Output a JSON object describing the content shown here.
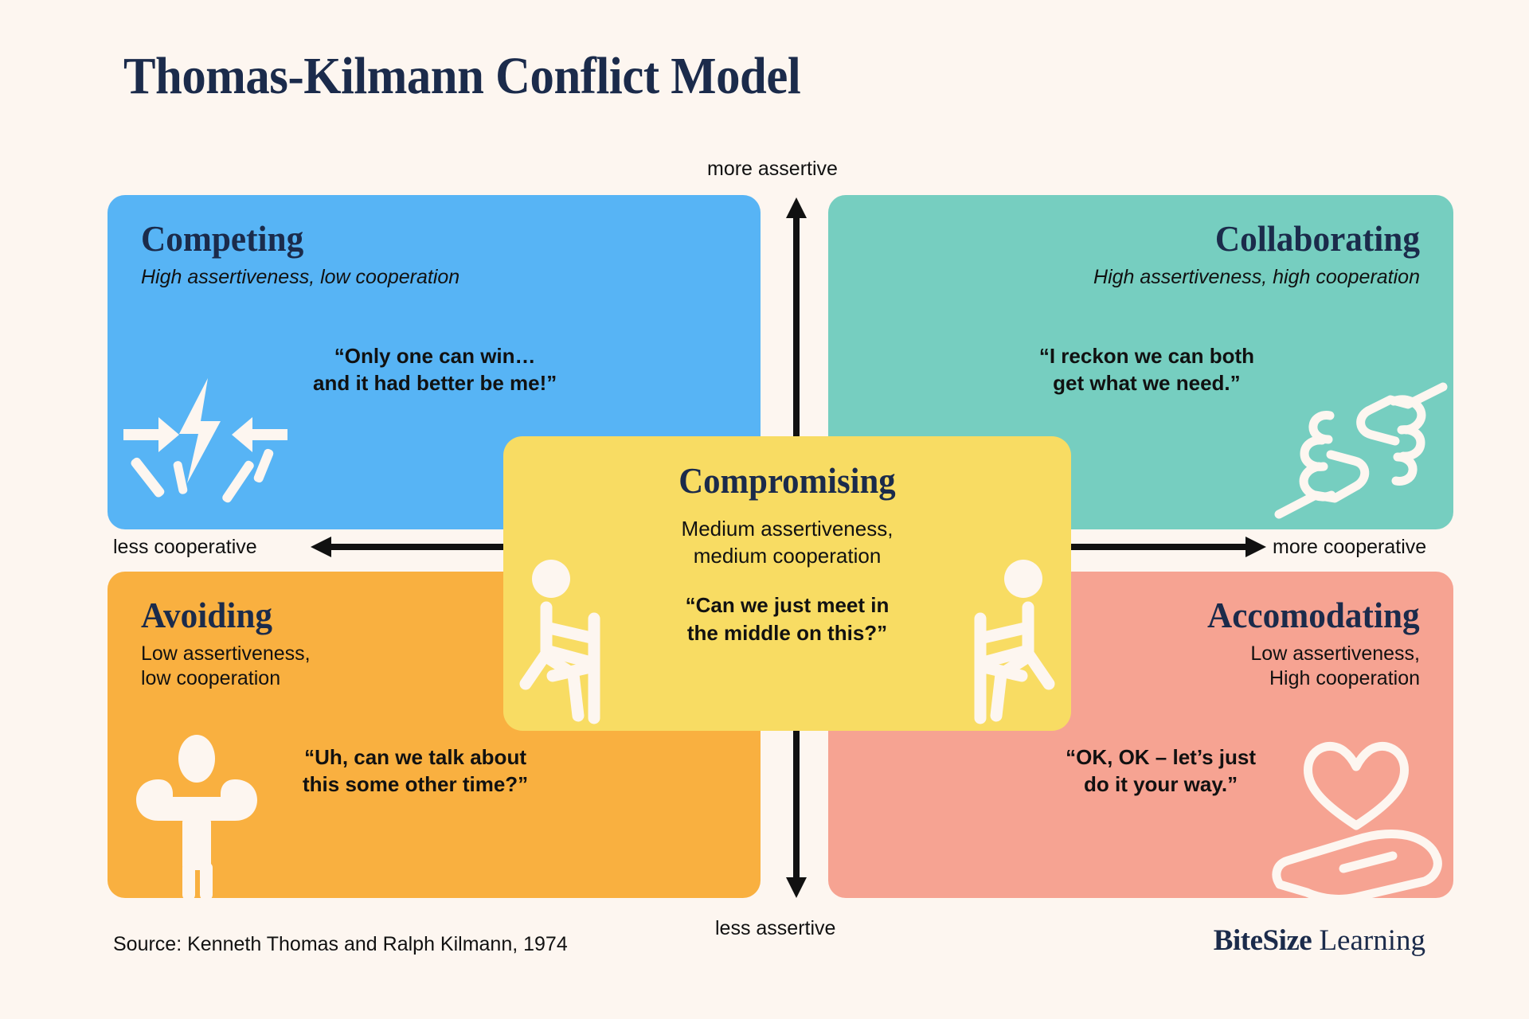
{
  "page": {
    "title": "Thomas-Kilmann Conflict Model",
    "background_color": "#FDF6F0",
    "ink_color": "#1B2B4B"
  },
  "axes": {
    "vertical": {
      "top_label": "more assertive",
      "bottom_label": "less assertive"
    },
    "horizontal": {
      "left_label": "less cooperative",
      "right_label": "more cooperative"
    }
  },
  "quadrants": [
    {
      "id": "competing",
      "heading": "Competing",
      "subtitle": "High assertiveness, low cooperation",
      "quote_line1": "“Only one can win…",
      "quote_line2": "and it had better be me!”",
      "color": "#57B4F5",
      "icon": "clash-lightning-icon",
      "position": "top-left"
    },
    {
      "id": "collaborating",
      "heading": "Collaborating",
      "subtitle": "High assertiveness, high cooperation",
      "quote_line1": "“I reckon we can both",
      "quote_line2": "get what we need.”",
      "color": "#76CEC0",
      "icon": "handshake-icon",
      "position": "top-right"
    },
    {
      "id": "avoiding",
      "heading": "Avoiding",
      "subtitle_line1": "Low assertiveness,",
      "subtitle_line2": "low cooperation",
      "quote_line1": "“Uh, can we talk about",
      "quote_line2": "this some other time?”",
      "color": "#F9B040",
      "icon": "shrugging-person-icon",
      "position": "bottom-left"
    },
    {
      "id": "accomodating",
      "heading": "Accomodating",
      "subtitle_line1": "Low assertiveness,",
      "subtitle_line2": "High cooperation",
      "quote_line1": "“OK, OK – let’s just",
      "quote_line2": "do it your way.”",
      "color": "#F6A392",
      "icon": "heart-in-hand-icon",
      "position": "bottom-right"
    }
  ],
  "center": {
    "id": "compromising",
    "heading": "Compromising",
    "subtitle_line1": "Medium assertiveness,",
    "subtitle_line2": "medium cooperation",
    "quote_line1": "“Can we just meet in",
    "quote_line2": "the middle on this?”",
    "color": "#F8DC63",
    "icon_left": "seated-person-left-icon",
    "icon_right": "seated-person-right-icon"
  },
  "footer": {
    "source": "Source: Kenneth Thomas and Ralph Kilmann, 1974",
    "logo_bold": "BiteSize",
    "logo_regular": " Learning"
  }
}
